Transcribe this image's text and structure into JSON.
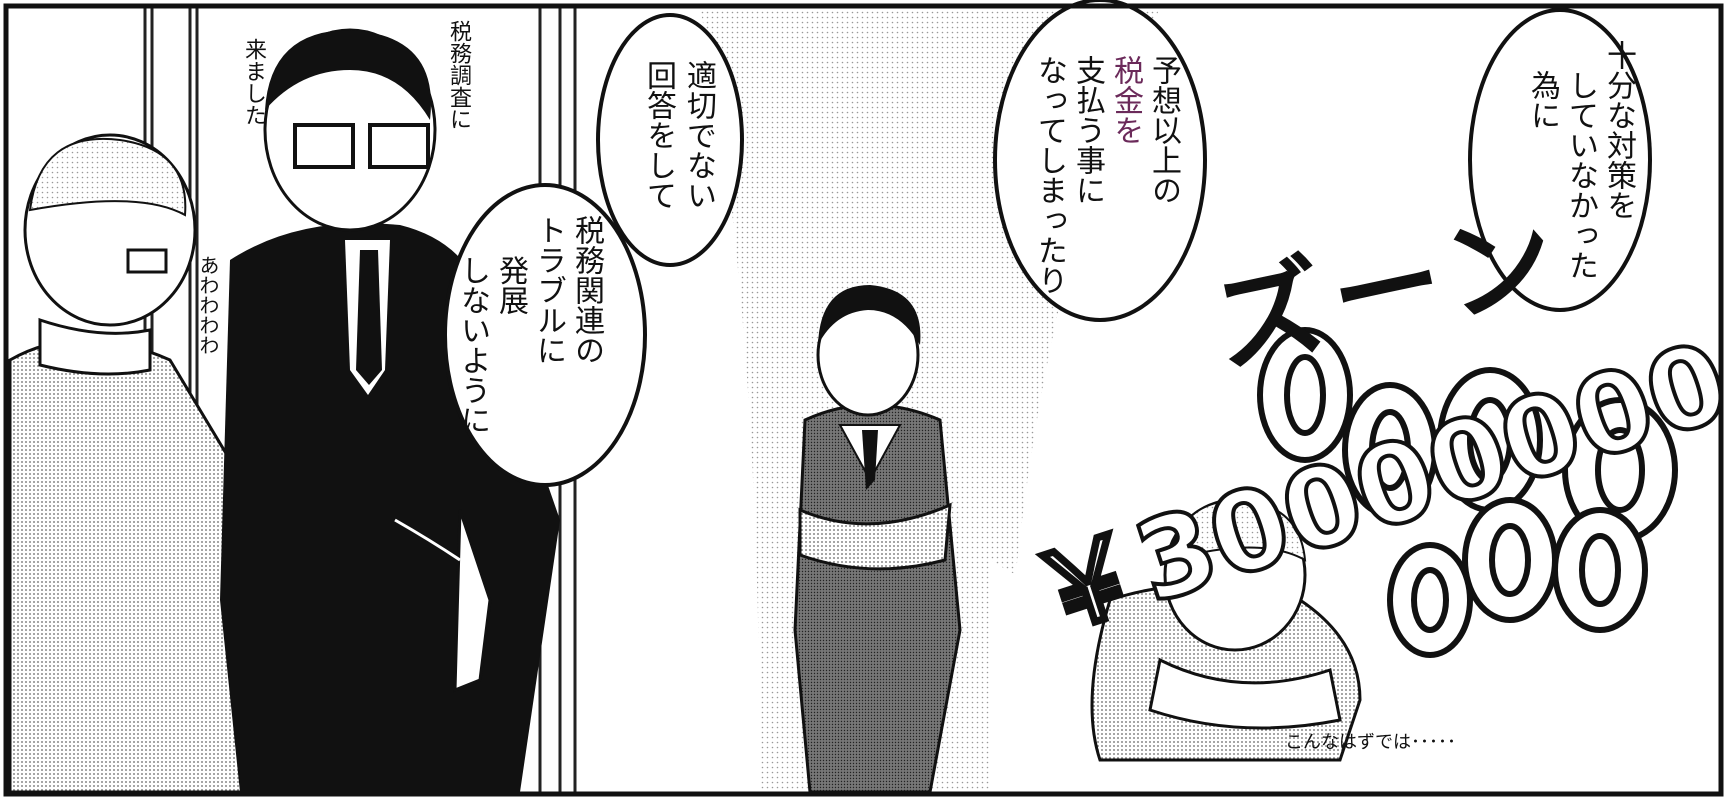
{
  "scene": {
    "caption_left": [
      "税務調査に",
      "来ました"
    ],
    "sfx_left": "あわわわわ",
    "speech_center": [
      "適切でない",
      "回答をして"
    ],
    "speech_center_2": [
      "税務関連の",
      "トラブルに",
      "発展",
      "しないように"
    ],
    "speech_right": [
      "予想以上の",
      "税金を",
      "支払う事に",
      "なってしまったり"
    ],
    "speech_far_right": [
      "十分な対策を",
      "していなかった",
      "為に"
    ],
    "sfx_right": "ズーン",
    "tax_amount_display": "￥30000000",
    "mutter": "こんなはずでは･････"
  },
  "colors": {
    "ink": "#111111",
    "screentone": "#9a9a9a",
    "paper": "#ffffff",
    "highlight_text": "#6b2a5a"
  }
}
